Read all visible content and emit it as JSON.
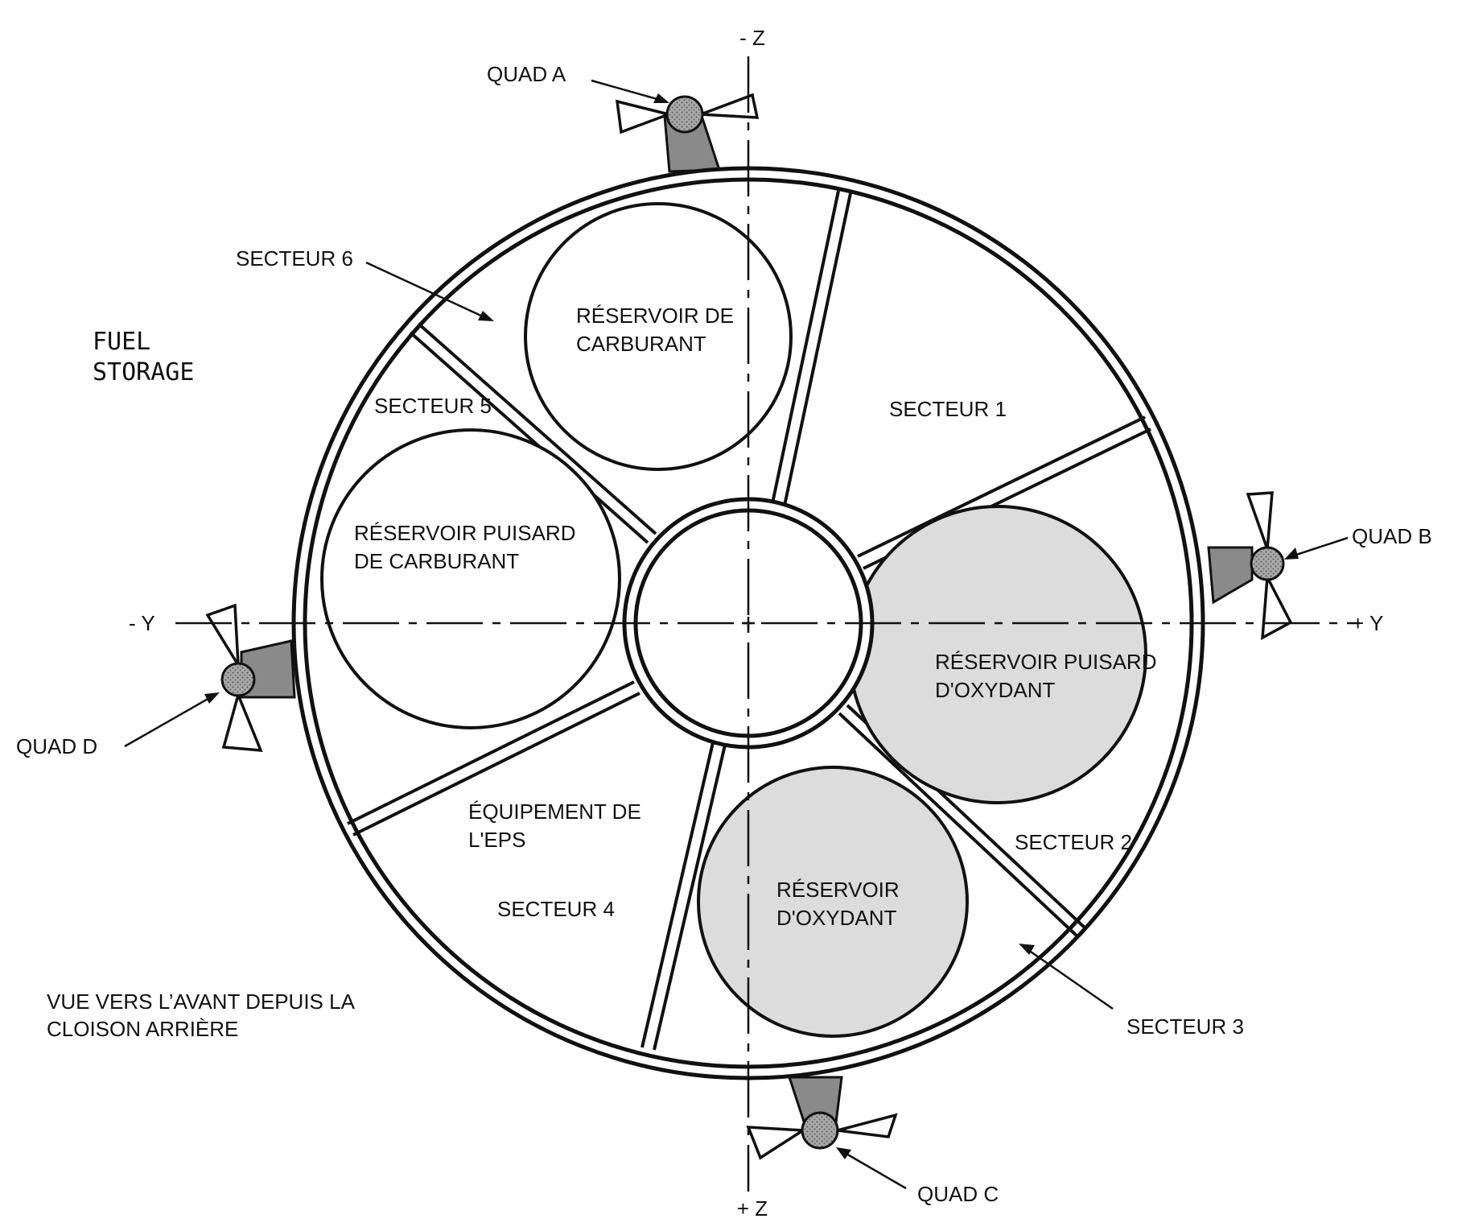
{
  "colors": {
    "oxidizer_tank_fill": "#dcdcdc",
    "fuel_tank_fill": "#ffffff",
    "line": "#111111"
  },
  "axes": {
    "minus_z": "- Z",
    "plus_z": "+ Z",
    "minus_y": "- Y",
    "plus_y": "+ Y"
  },
  "quads": {
    "a": "QUAD A",
    "b": "QUAD B",
    "c": "QUAD C",
    "d": "QUAD D"
  },
  "sectors": {
    "s1": "SECTEUR 1",
    "s2": "SECTEUR 2",
    "s3": "SECTEUR 3",
    "s4": "SECTEUR 4",
    "s5": "SECTEUR 5",
    "s6": "SECTEUR 6"
  },
  "tanks": {
    "fuel": [
      "RÉSERVOIR DE",
      "CARBURANT"
    ],
    "fuel_sump": [
      "RÉSERVOIR PUISARD",
      "DE CARBURANT"
    ],
    "oxidizer_sump": [
      "RÉSERVOIR PUISARD",
      "D'OXYDANT"
    ],
    "oxidizer": [
      "RÉSERVOIR",
      "D'OXYDANT"
    ]
  },
  "equipment": [
    "ÉQUIPEMENT DE",
    "L'EPS"
  ],
  "fuel_storage": [
    "FUEL",
    "STORAGE"
  ],
  "view_note": [
    "VUE VERS L’AVANT DEPUIS LA",
    "CLOISON ARRIÈRE"
  ]
}
